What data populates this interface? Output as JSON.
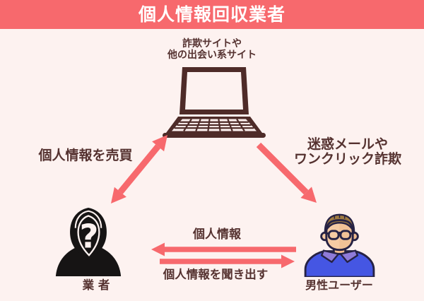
{
  "title": "個人情報回収業者",
  "site": {
    "line1": "詐欺サイトや",
    "line2": "他の出会い系サイト"
  },
  "flows": {
    "sell": "個人情報を売買",
    "spam_line1": "迷惑メールや",
    "spam_line2": "ワンクリック詐欺",
    "info": "個人情報",
    "extract": "個人情報を聞き出す"
  },
  "actors": {
    "broker": {
      "label": "業 者",
      "mask": "?"
    },
    "user": {
      "label": "男性ユーザー"
    }
  },
  "colors": {
    "accent": "#F7696D",
    "background": "#FDF2F0",
    "text": "#553230",
    "title_text": "#FFFFFF",
    "laptop": "#4E2B28",
    "silhouette": "#161414",
    "avatar_outline": "#262244",
    "avatar_hair": "#A07C42",
    "avatar_skin": "#F5CBA3",
    "avatar_skin_shadow": "#EDBA8E",
    "avatar_shirt": "#4556E3",
    "avatar_collar": "#8F7BD8"
  }
}
